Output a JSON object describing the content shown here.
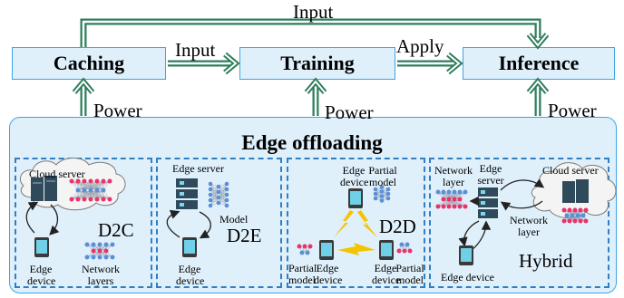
{
  "top": {
    "caching": "Caching",
    "training": "Training",
    "inference": "Inference",
    "input_top": "Input",
    "input_mid": "Input",
    "apply": "Apply",
    "power_1": "Power",
    "power_2": "Power",
    "power_3": "Power"
  },
  "edge": {
    "title": "Edge offloading",
    "d2c": {
      "tag": "D2C",
      "cloud_server": "Cloud server",
      "edge_device_1": "Edge",
      "edge_device_2": "device",
      "network_1": "Network",
      "network_2": "layers"
    },
    "d2e": {
      "tag": "D2E",
      "edge_server": "Edge server",
      "model": "Model",
      "edge_device_1": "Edge",
      "edge_device_2": "device"
    },
    "d2d": {
      "tag": "D2D",
      "top_device_1": "Edge",
      "top_device_2": "device",
      "top_partial_1": "Partial",
      "top_partial_2": "model",
      "left_partial_1": "Partial",
      "left_partial_2": "model",
      "left_device_1": "Edge",
      "left_device_2": "device",
      "right_device_1": "Edge",
      "right_device_2": "device",
      "right_partial_1": "Partial",
      "right_partial_2": "model"
    },
    "hybrid": {
      "tag": "Hybrid",
      "network_layer_1": "Network",
      "network_layer_2": "layer",
      "edge_server_1": "Edge",
      "edge_server_2": "server",
      "cloud_server": "Cloud server",
      "network_layer_b_1": "Network",
      "network_layer_b_2": "layer",
      "edge_device": "Edge device"
    }
  },
  "colors": {
    "box_fill": "#dff0fb",
    "box_border": "#39a6e6",
    "arrow_green": "#2e7d5b",
    "dashed_blue": "#2f7fc4",
    "neuron_red": "#e8336b",
    "neuron_blue": "#5a8fd8",
    "server_dark": "#2f4a5a",
    "lightning": "#f5c400"
  }
}
